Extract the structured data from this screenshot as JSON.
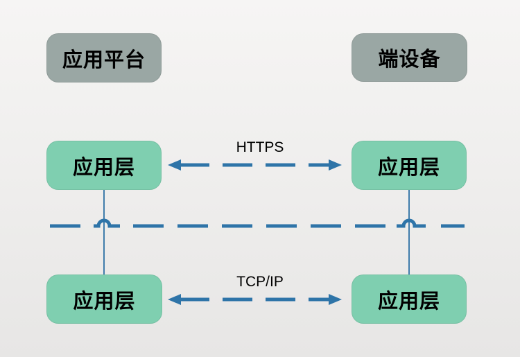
{
  "diagram": {
    "boxes": {
      "platform_header": {
        "label": "应用平台"
      },
      "device_header": {
        "label": "端设备"
      },
      "platform_app_top": {
        "label": "应用层"
      },
      "device_app_top": {
        "label": "应用层"
      },
      "platform_app_bottom": {
        "label": "应用层"
      },
      "device_app_bottom": {
        "label": "应用层"
      }
    },
    "arrows": {
      "https": {
        "label": "HTTPS"
      },
      "tcpip": {
        "label": "TCP/IP"
      }
    },
    "colors": {
      "header_fill": "#9aa7a4",
      "layer_fill": "#7fcfb0",
      "connector_blue": "#2e74a8",
      "text": "#000000",
      "background_top": "#f6f5f4",
      "background_bottom": "#e7e6e5"
    }
  }
}
